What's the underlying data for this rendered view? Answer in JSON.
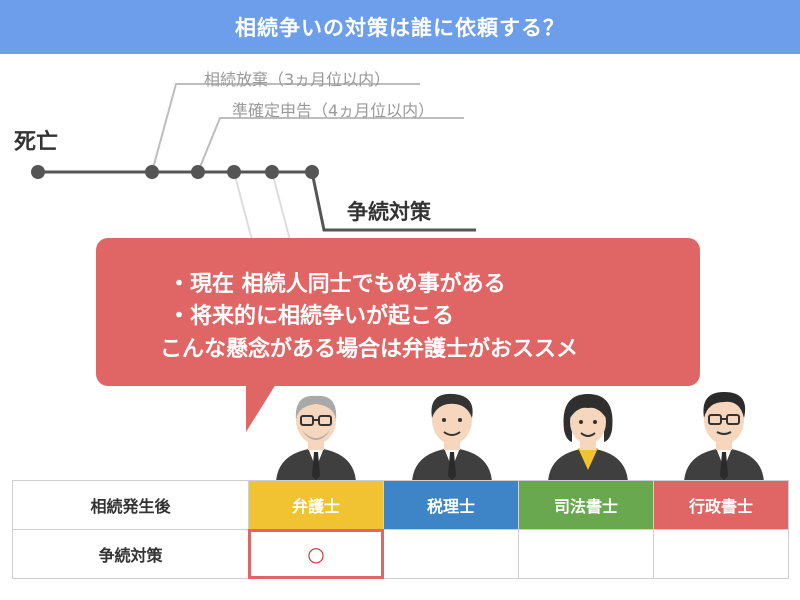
{
  "title": "相続争いの対策は誰に依頼する？",
  "timeline": {
    "death_label": "死亡",
    "renounce_label": "相続放棄（3ヵ月位以内）",
    "qualified_label": "準確定申告（4ヵ月位以内）",
    "dispute_label": "争続対策"
  },
  "callout": {
    "line1": "・現在 相続人同士でもめ事がある",
    "line2": "・将来的に相続争いが起こる",
    "line3": "こんな懸念がある場合は弁護士がおススメ"
  },
  "table": {
    "header_label": "相続発生後",
    "columns": [
      {
        "label": "弁護士",
        "color": "#f1c232"
      },
      {
        "label": "税理士",
        "color": "#3d85c6"
      },
      {
        "label": "司法書士",
        "color": "#6aa84f"
      },
      {
        "label": "行政書士",
        "color": "#e06666"
      }
    ],
    "row_label": "争続対策",
    "row_values": [
      "○",
      "",
      "",
      ""
    ]
  },
  "colors": {
    "title_bg": "#6d9eeb",
    "callout_bg": "#e06666",
    "timeline": "#555555"
  }
}
